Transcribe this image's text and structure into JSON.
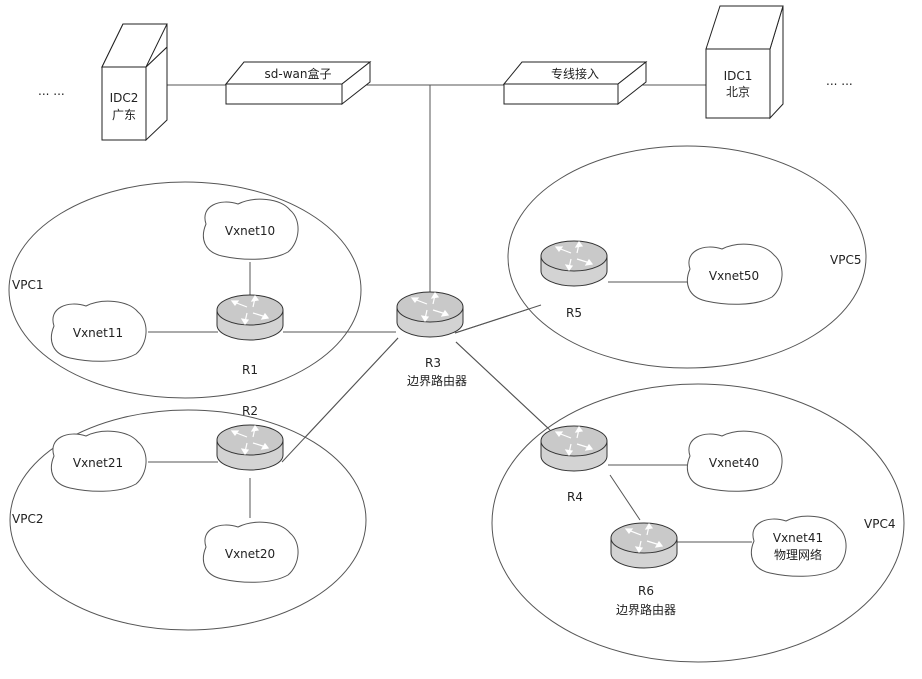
{
  "top": {
    "left_ellipsis": "... ...",
    "right_ellipsis": "... ...",
    "idc2": {
      "line1": "IDC2",
      "line2": "广东"
    },
    "idc1": {
      "line1": "IDC1",
      "line2": "北京"
    },
    "sdwan": "sd-wan盒子",
    "dedicated": "专线接入"
  },
  "vpcs": {
    "vpc1": "VPC1",
    "vpc2": "VPC2",
    "vpc4": "VPC4",
    "vpc5": "VPC5"
  },
  "routers": {
    "r1": "R1",
    "r2": "R2",
    "r3": "R3",
    "r3_sub": "边界路由器",
    "r4": "R4",
    "r5": "R5",
    "r6": "R6",
    "r6_sub": "边界路由器"
  },
  "vxnets": {
    "v10": "Vxnet10",
    "v11": "Vxnet11",
    "v20": "Vxnet20",
    "v21": "Vxnet21",
    "v40": "Vxnet40",
    "v41": "Vxnet41",
    "v41_sub": "物理网络",
    "v50": "Vxnet50"
  }
}
